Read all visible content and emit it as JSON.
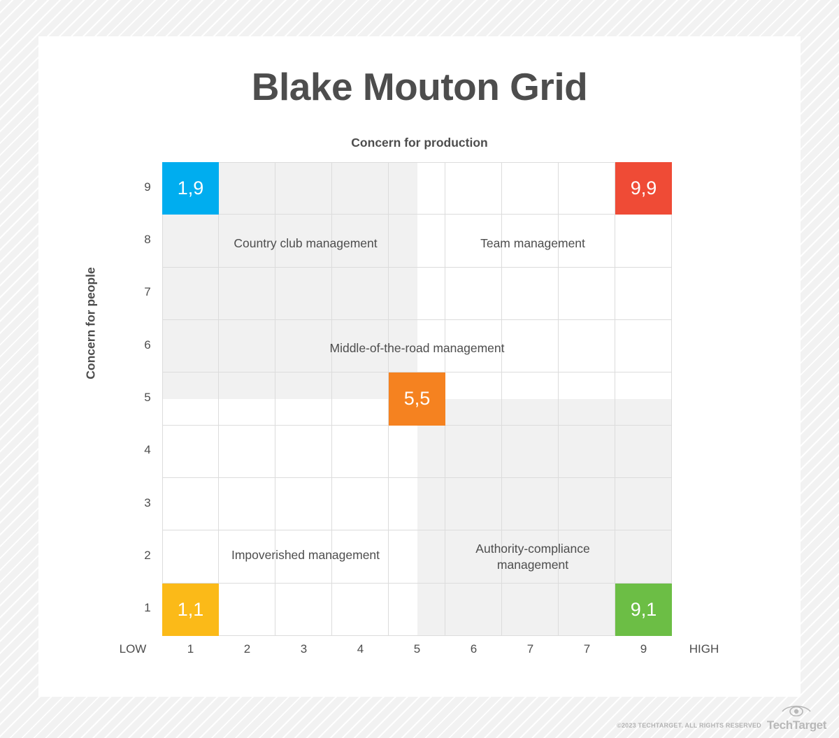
{
  "chart_data": {
    "type": "heatmap",
    "title": "Blake Mouton Grid",
    "xlabel": "Concern for production",
    "ylabel": "Concern for people",
    "x_low_label": "LOW",
    "x_high_label": "HIGH",
    "xticks": [
      "1",
      "2",
      "3",
      "4",
      "5",
      "6",
      "7",
      "7",
      "9"
    ],
    "yticks": [
      "9",
      "8",
      "7",
      "6",
      "5",
      "4",
      "3",
      "2",
      "1"
    ],
    "xlim": [
      1,
      9
    ],
    "ylim": [
      1,
      9
    ],
    "grid": true,
    "legend": "none",
    "markers": [
      {
        "id": "1-9",
        "label": "1,9",
        "x": 1,
        "y": 9,
        "color": "#00ADEF",
        "style": "Country club management"
      },
      {
        "id": "9-9",
        "label": "9,9",
        "x": 9,
        "y": 9,
        "color": "#EF4B36",
        "style": "Team management"
      },
      {
        "id": "5-5",
        "label": "5,5",
        "x": 5,
        "y": 5,
        "color": "#F58220",
        "style": "Middle-of-the-road management"
      },
      {
        "id": "1-1",
        "label": "1,1",
        "x": 1,
        "y": 1,
        "color": "#FBBA18",
        "style": "Impoverished management"
      },
      {
        "id": "9-1",
        "label": "9,1",
        "x": 9,
        "y": 1,
        "color": "#6CBE45",
        "style": "Authority-compliance management"
      }
    ],
    "annotations": [
      {
        "id": "country-club",
        "text": "Country club management",
        "quadrant": "top-left"
      },
      {
        "id": "team",
        "text": "Team management",
        "quadrant": "top-right"
      },
      {
        "id": "middle-of-road",
        "text": "Middle-of-the-road management",
        "quadrant": "center"
      },
      {
        "id": "impoverished",
        "text": "Impoverished management",
        "quadrant": "bottom-left"
      },
      {
        "id": "authority-compliance",
        "text": "Authority-compliance\nmanagement",
        "quadrant": "bottom-right"
      }
    ],
    "colors": {
      "grid_line": "#dcdcdc",
      "shade": "#f1f1f1",
      "text": "#4d4d4d",
      "card": "#ffffff",
      "background": "#f2f2f2"
    }
  },
  "title": "Blake Mouton Grid",
  "axes": {
    "x_title": "Concern for production",
    "y_title": "Concern for people",
    "low": "LOW",
    "high": "HIGH"
  },
  "quadrants": {
    "country_club": "Country club management",
    "team": "Team management",
    "middle": "Middle-of-the-road management",
    "impoverished": "Impoverished management",
    "authority_line1": "Authority-compliance",
    "authority_line2": "management"
  },
  "markers": {
    "m19": "1,9",
    "m99": "9,9",
    "m55": "5,5",
    "m11": "1,1",
    "m91": "9,1"
  },
  "footer": {
    "copyright": "©2023 TECHTARGET. ALL RIGHTS RESERVED",
    "brand": "TechTarget"
  }
}
